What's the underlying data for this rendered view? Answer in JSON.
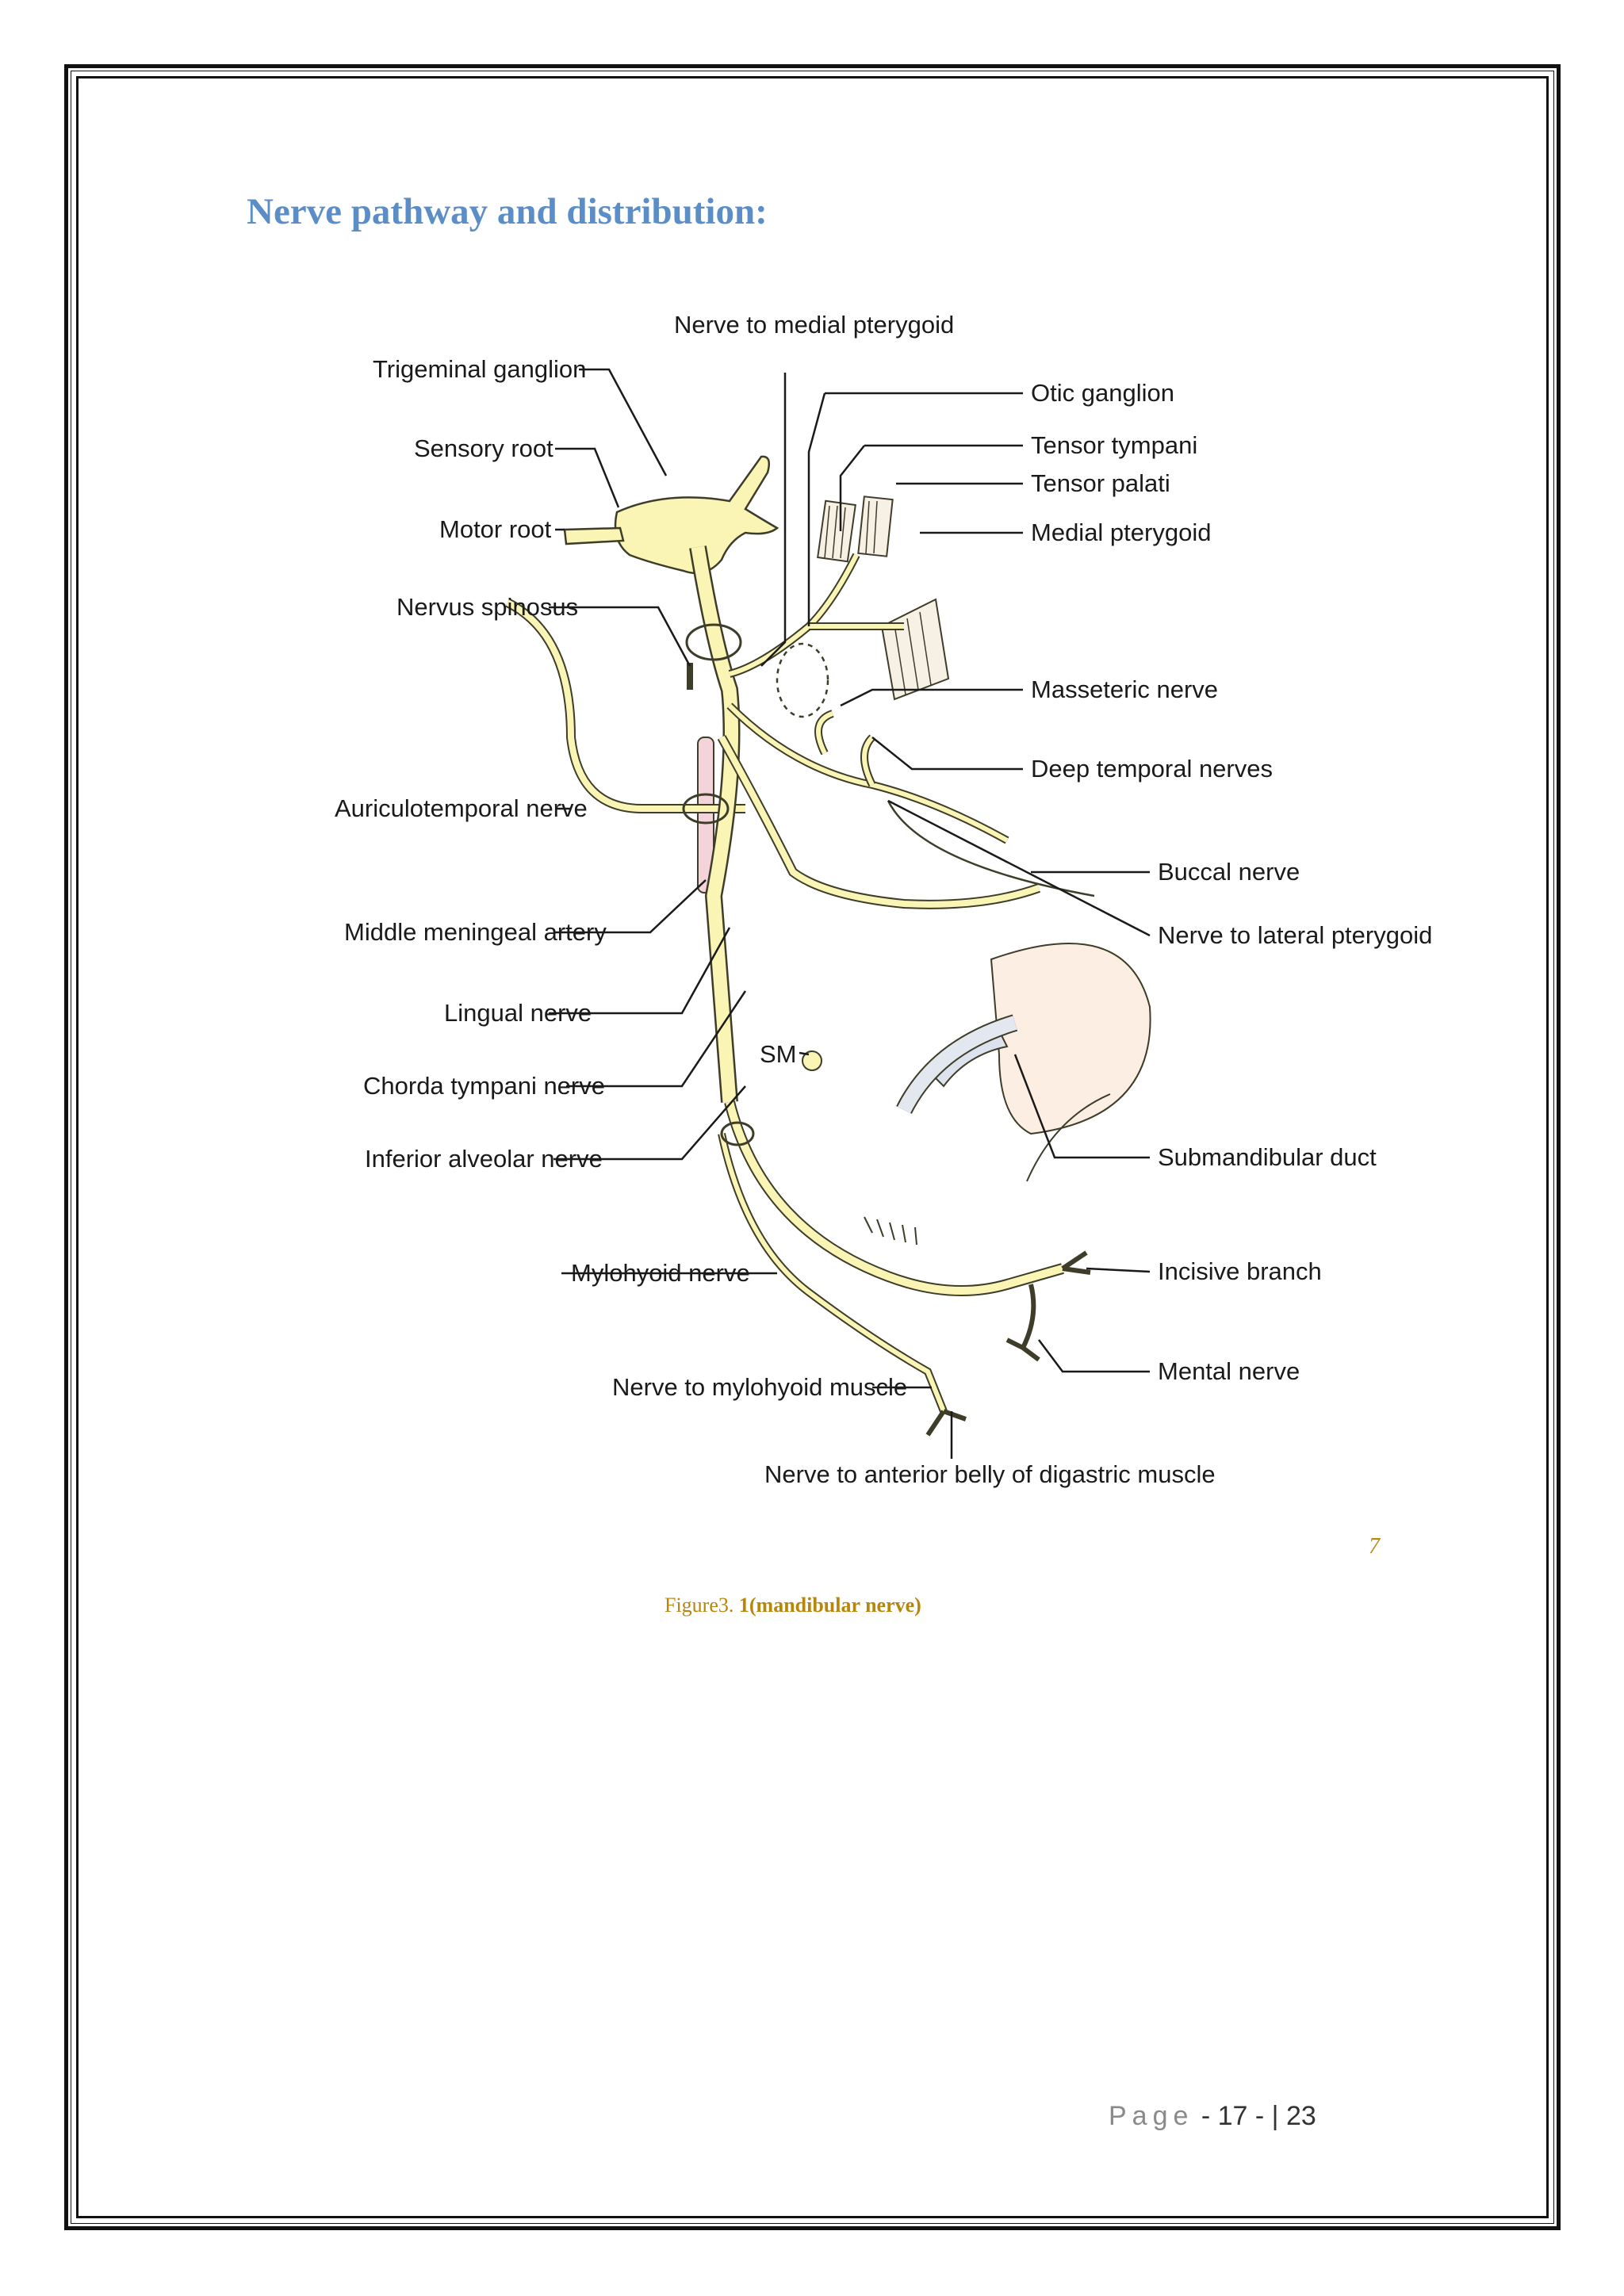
{
  "heading": "Nerve pathway and distribution:",
  "diagram": {
    "labels": {
      "medial_pterygoid_nerve": "Nerve to medial pterygoid",
      "trigeminal_ganglion": "Trigeminal ganglion",
      "otic_ganglion": "Otic ganglion",
      "sensory_root": "Sensory root",
      "tensor_tympani": "Tensor tympani",
      "motor_root": "Motor root",
      "tensor_palati": "Tensor palati",
      "medial_pterygoid": "Medial pterygoid",
      "nervus_spinosus": "Nervus spinosus",
      "masseteric_nerve": "Masseteric nerve",
      "auriculotemporal_nerve": "Auriculotemporal nerve",
      "deep_temporal_nerves": "Deep temporal nerves",
      "buccal_nerve": "Buccal nerve",
      "middle_meningeal_artery": "Middle meningeal artery",
      "lateral_pterygoid_nerve": "Nerve to lateral pterygoid",
      "lingual_nerve": "Lingual nerve",
      "sm": "SM",
      "chorda_tympani_nerve": "Chorda tympani nerve",
      "inferior_alveolar_nerve": "Inferior alveolar nerve",
      "submandibular_duct": "Submandibular duct",
      "incisive_branch": "Incisive branch",
      "mylohyoid_nerve": "Mylohyoid nerve",
      "mylohyoid_muscle_nerve": "Nerve to mylohyoid muscle",
      "mental_nerve": "Mental nerve",
      "digastric_nerve": "Nerve to anterior belly of digastric muscle"
    }
  },
  "footnote_mark": "7",
  "caption": {
    "prefix": "Figure3. ",
    "bold": "1(mandibular nerve)"
  },
  "footer": {
    "page_word": "Page",
    "page_number": " - 17 - ",
    "separator": " | ",
    "total": "23"
  },
  "colors": {
    "heading": "#5b8ec7",
    "caption": "#b8860b",
    "nerve_fill": "#fbf5b5",
    "nerve_stroke": "#3e3d2a"
  }
}
